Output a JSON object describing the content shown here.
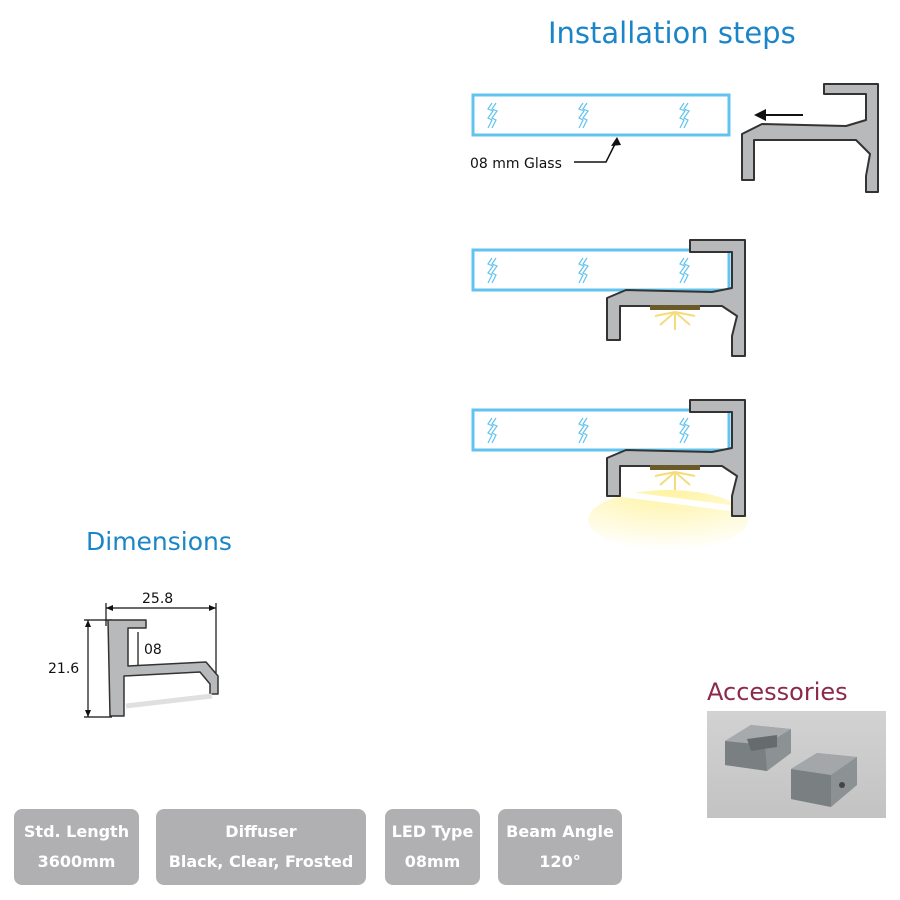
{
  "installation": {
    "title": "Installation steps",
    "glass_label": "08 mm Glass"
  },
  "dimensions": {
    "title": "Dimensions",
    "width_label": "25.8",
    "height_label": "21.6",
    "gap_label": "08"
  },
  "accessories": {
    "title": "Accessories"
  },
  "specs": [
    {
      "label": "Std. Length",
      "value": "3600mm"
    },
    {
      "label": "Diffuser",
      "value": "Black, Clear, Frosted"
    },
    {
      "label": "LED Type",
      "value": "08mm"
    },
    {
      "label": "Beam Angle",
      "value": "120°"
    }
  ],
  "colors": {
    "heading_blue": "#1a85c7",
    "accessories_title": "#8c2a4a",
    "glass_outline": "#62c3ee",
    "profile_gray": "#b7b9bb",
    "badge_gray": "#b0b0b2"
  }
}
